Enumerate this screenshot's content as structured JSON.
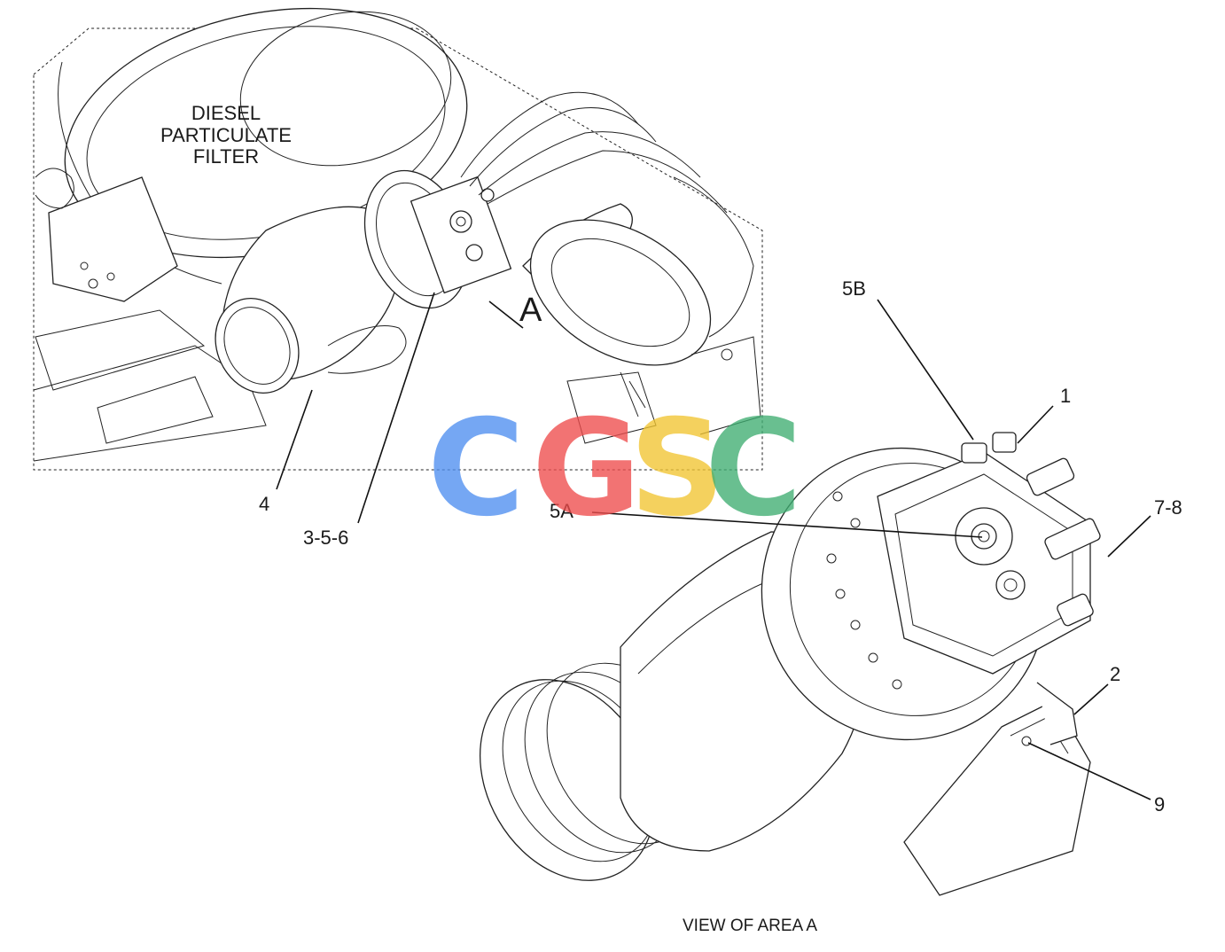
{
  "overview": {
    "component_label": "DIESEL PARTICULATE FILTER",
    "component_label_lines": [
      "DIESEL",
      "PARTICULATE",
      "FILTER"
    ],
    "area_marker": "A"
  },
  "callouts": {
    "c4": "4",
    "c356": "3-5-6",
    "c5B": "5B",
    "c1": "1",
    "c5A": "5A",
    "c78": "7-8",
    "c2": "2",
    "c9": "9"
  },
  "detail": {
    "caption": "VIEW OF AREA  A"
  },
  "watermark": {
    "letters": [
      "C",
      "G",
      "S",
      "C"
    ],
    "colors": [
      "#4f8ff0",
      "#ef4d4d",
      "#f2c531",
      "#3fae72"
    ]
  }
}
